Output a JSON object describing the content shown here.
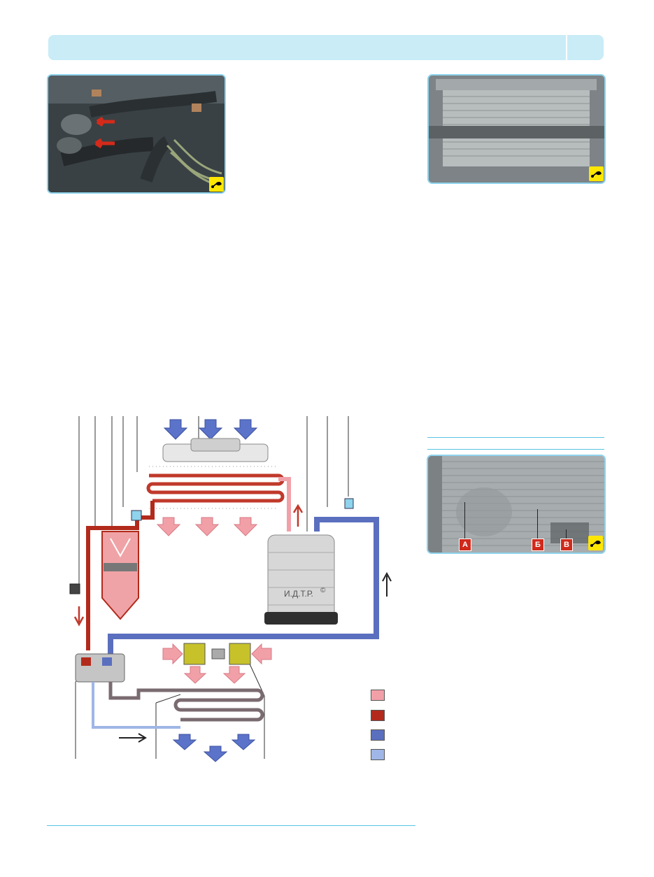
{
  "colors": {
    "header_band": "#c9ecf7",
    "frame_blue": "#8fd3ec",
    "rule_blue": "#58c4e4",
    "hot_gas": "#c0392b",
    "hot_liquid": "#b22a1c",
    "cold_gas": "#5b6fbf",
    "cold_liquid": "#9fb6e6",
    "warm_air": "#f2a0a8",
    "cool_air": "#5b73c9",
    "badge": "#ffe600",
    "label_red": "#cf2a1c"
  },
  "icons": {
    "photo_badge": "wrench-icon"
  },
  "diagram": {
    "compressor_brand": "И.Д.Т.Р.",
    "copyright_mark": "©"
  },
  "radiator_photo": {
    "labels": [
      "А",
      "Б",
      "В"
    ]
  },
  "legend": {
    "swatches": [
      {
        "color": "#f2a0a8"
      },
      {
        "color": "#b22a1c"
      },
      {
        "color": "#5b6fbf"
      },
      {
        "color": "#9fb6e6"
      }
    ]
  }
}
